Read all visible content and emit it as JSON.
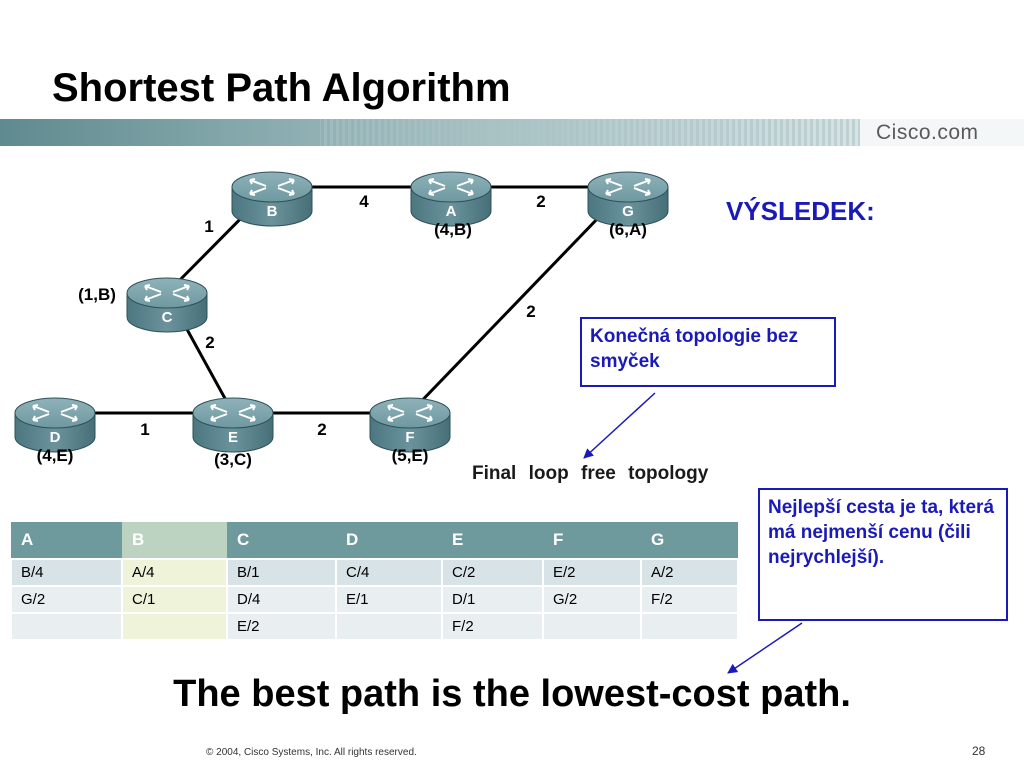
{
  "title": "Shortest Path Algorithm",
  "brand": "Cisco.com",
  "diagram": {
    "routers": [
      {
        "id": "B",
        "label": "B",
        "cost": ""
      },
      {
        "id": "A",
        "label": "A",
        "cost": "(4,B)"
      },
      {
        "id": "G",
        "label": "G",
        "cost": "(6,A)"
      },
      {
        "id": "C",
        "label": "C",
        "cost": "(1,B)"
      },
      {
        "id": "D",
        "label": "D",
        "cost": "(4,E)"
      },
      {
        "id": "E",
        "label": "E",
        "cost": "(3,C)"
      },
      {
        "id": "F",
        "label": "F",
        "cost": "(5,E)"
      }
    ],
    "links": [
      {
        "from": "B",
        "to": "A",
        "weight": "4"
      },
      {
        "from": "A",
        "to": "G",
        "weight": "2"
      },
      {
        "from": "B",
        "to": "C",
        "weight": "1"
      },
      {
        "from": "G",
        "to": "F",
        "weight": "2"
      },
      {
        "from": "C",
        "to": "E",
        "weight": "2"
      },
      {
        "from": "D",
        "to": "E",
        "weight": "1"
      },
      {
        "from": "E",
        "to": "F",
        "weight": "2"
      }
    ]
  },
  "result_label": "VÝSLEDEK:",
  "note_topology": "Konečná topologie bez smyček",
  "final_text": "Final loop free topology",
  "note_best_path": "Nejlepší cesta je ta, která má nejmenší cenu (čili nejrychlejší).",
  "table": {
    "headers": [
      "A",
      "B",
      "C",
      "D",
      "E",
      "F",
      "G"
    ],
    "rows": [
      [
        "B/4",
        "A/4",
        "B/1",
        "C/4",
        "C/2",
        "E/2",
        "A/2"
      ],
      [
        "G/2",
        "C/1",
        "D/4",
        "E/1",
        "D/1",
        "G/2",
        "F/2"
      ],
      [
        "",
        "",
        "E/2",
        "",
        "F/2",
        "",
        ""
      ]
    ]
  },
  "bottom_text": "The best path is the lowest-cost path.",
  "copyright": "© 2004, Cisco Systems, Inc. All rights reserved.",
  "page_number": "28",
  "colors": {
    "accent_blue": "#1a1ab8",
    "router_body": "#5f8c95",
    "table_header": "#6e9a9d"
  }
}
